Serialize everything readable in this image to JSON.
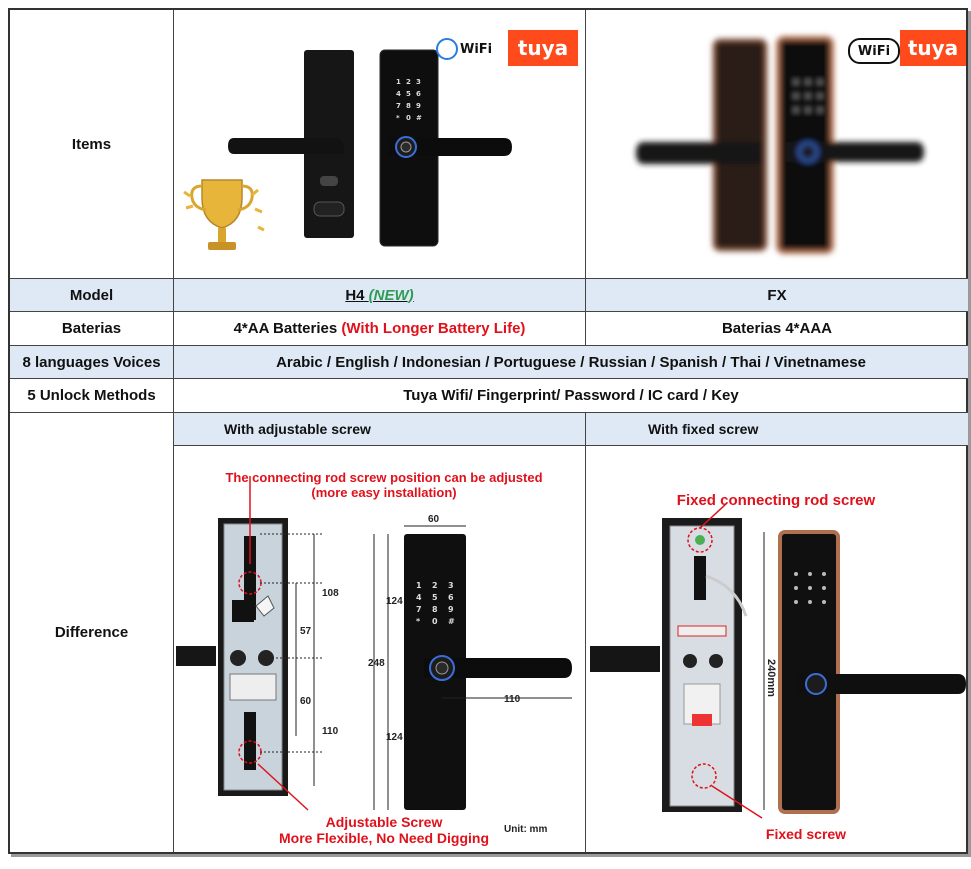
{
  "rows": {
    "items": {
      "label": "Items"
    },
    "model": {
      "label": "Model",
      "h4_name": "H4",
      "h4_new": "(NEW)",
      "fx_name": "FX"
    },
    "baterias": {
      "label": "Baterias",
      "h4_value": "4*AA Batteries",
      "h4_note": "(With Longer Battery Life)",
      "fx_value": "Baterias 4*AAA"
    },
    "languages": {
      "label": "8 languages Voices",
      "value": "Arabic / English / Indonesian / Portuguese / Russian / Spanish / Thai / Vinetnamese"
    },
    "unlock": {
      "label": "5 Unlock Methods",
      "value": "Tuya Wifi/ Fingerprint/ Password / IC card / Key"
    },
    "difference": {
      "label": "Difference",
      "left_header": "With adjustable  screw",
      "right_header": "With fixed screw"
    }
  },
  "badges": {
    "wifi_left": "WiFi",
    "tuya_left": "tuya",
    "wifi_right": "WiFi",
    "tuya_right": "tuya"
  },
  "diagram_left": {
    "top_note_1": "The connecting rod screw position can be adjusted",
    "top_note_2": "(more easy installation)",
    "bottom_note_1": "Adjustable Screw",
    "bottom_note_2": "More Flexible, No Need Digging",
    "unit": "Unit: mm",
    "dims": {
      "d60": "60",
      "d108": "108",
      "d57": "57",
      "d60b": "60",
      "d110": "110",
      "d124a": "124",
      "d248": "248",
      "d124b": "124",
      "d110b": "110"
    },
    "keypad": [
      "1",
      "2",
      "3",
      "4",
      "5",
      "6",
      "7",
      "8",
      "9",
      "*",
      "0",
      "#"
    ]
  },
  "diagram_right": {
    "top_note": "Fixed connecting rod screw",
    "bottom_note": "Fixed screw",
    "height": "240mm"
  },
  "colors": {
    "row_blue": "#dfe9f5",
    "accent_red": "#e0111b",
    "new_green": "#2f9b57",
    "tuya_orange": "#ff4a1c",
    "lock_black": "#141414",
    "lock_copper": "#b07050"
  }
}
